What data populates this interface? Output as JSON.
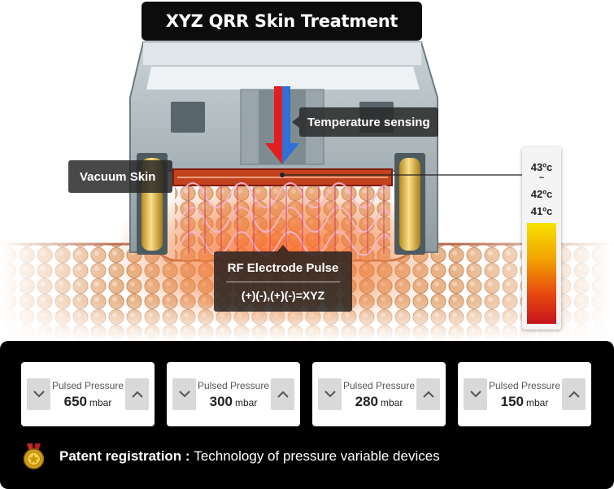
{
  "title": "XYZ QRR Skin Treatment",
  "labels": {
    "temperature_sensing": "Temperature sensing",
    "vacuum_skin": "Vacuum Skin",
    "rf_title": "RF Electrode Pulse",
    "rf_formula": "(+)(-),(+)(-)=XYZ"
  },
  "thermometer": {
    "high_label": "43ºc",
    "tilde": "~",
    "mid_label": "42ºc",
    "low_label": "41ºc"
  },
  "pressure_controls": [
    {
      "caption": "Pulsed Pressure",
      "value": "650",
      "unit": "mbar"
    },
    {
      "caption": "Pulsed Pressure",
      "value": "300",
      "unit": "mbar"
    },
    {
      "caption": "Pulsed Pressure",
      "value": "280",
      "unit": "mbar"
    },
    {
      "caption": "Pulsed Pressure",
      "value": "150",
      "unit": "mbar"
    }
  ],
  "patent": {
    "label": "Patent registration : ",
    "text": "Technology of pressure variable devices"
  },
  "icons": {
    "down": "chevron-down-icon",
    "up": "chevron-up-icon",
    "medal": "gold-medal-icon"
  },
  "colors": {
    "accent_red": "#d42020",
    "accent_blue": "#2f6fd6",
    "panel_bg": "#000000"
  }
}
